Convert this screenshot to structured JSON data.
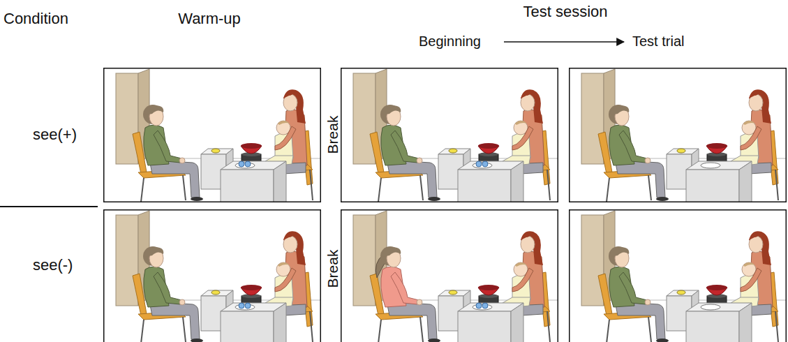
{
  "diagram": {
    "labels": [
      "Condition",
      "Warm-up",
      "Test session",
      "Beginning",
      "Test trial",
      "see(+)",
      "Break",
      "see(-)",
      "Break"
    ]
  }
}
